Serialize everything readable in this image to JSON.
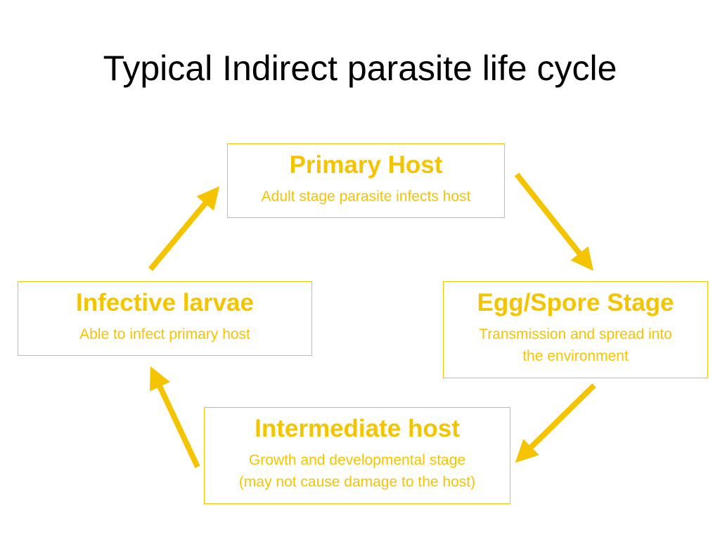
{
  "title": "Typical Indirect parasite life cycle",
  "colors": {
    "accent": "#f5c400",
    "title_text": "#000000",
    "background": "#ffffff"
  },
  "nodes": {
    "primary_host": {
      "title": "Primary Host",
      "desc_lines": [
        "Adult stage parasite infects host"
      ]
    },
    "egg_spore": {
      "title": "Egg/Spore Stage",
      "desc_lines": [
        "Transmission and spread into",
        "the environment"
      ]
    },
    "intermediate_host": {
      "title": "Intermediate host",
      "desc_lines": [
        "Growth and developmental stage",
        "(may not cause damage to the host)"
      ]
    },
    "infective_larvae": {
      "title": "Infective larvae",
      "desc_lines": [
        "Able to infect primary host"
      ]
    }
  },
  "edges": [
    {
      "from": "primary_host",
      "to": "egg_spore"
    },
    {
      "from": "egg_spore",
      "to": "intermediate_host"
    },
    {
      "from": "intermediate_host",
      "to": "infective_larvae"
    },
    {
      "from": "infective_larvae",
      "to": "primary_host"
    }
  ]
}
